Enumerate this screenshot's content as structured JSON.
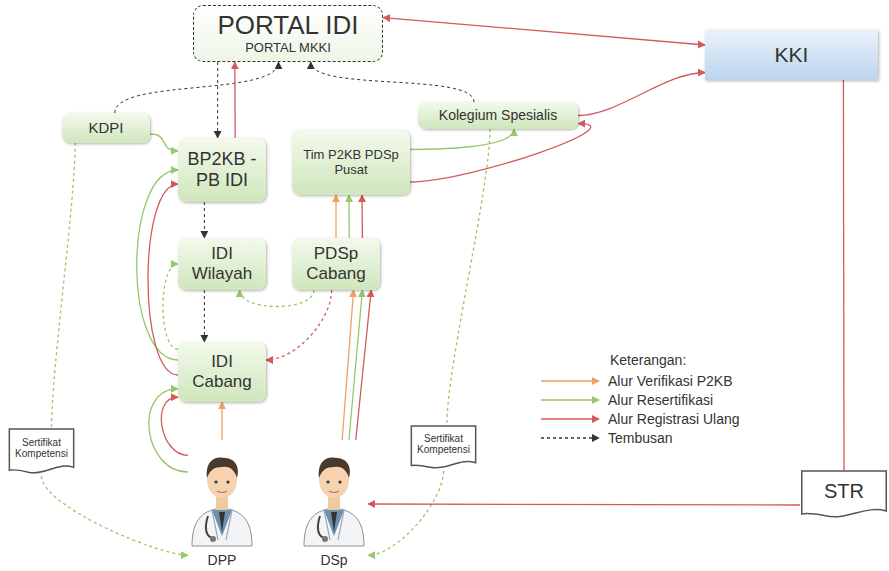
{
  "diagram": {
    "nodes": [
      {
        "text": [
          "PORTAL IDI",
          "PORTAL MKKI"
        ]
      },
      {
        "text": [
          "KKI"
        ]
      },
      {
        "text": [
          "KDPI"
        ]
      },
      {
        "text": [
          "Kolegium Spesialis"
        ]
      },
      {
        "text": [
          "BP2KB - PB IDI"
        ]
      },
      {
        "text": [
          "Tim P2KB PDSp Pusat"
        ]
      },
      {
        "text": [
          "IDI Wilayah"
        ]
      },
      {
        "text": [
          "PDSp Cabang"
        ]
      },
      {
        "text": [
          "IDI Cabang"
        ]
      },
      {
        "text": [
          "DPP"
        ]
      },
      {
        "text": [
          "DSp"
        ]
      },
      {
        "text": [
          "Sertifikat Kompetensi"
        ]
      },
      {
        "text": [
          "Sertifikat Kompetensi"
        ]
      },
      {
        "text": [
          "STR"
        ]
      }
    ],
    "edges": [
      {
        "from": 0,
        "to": 1,
        "arrow": "both"
      },
      {
        "from": 2,
        "to": 0,
        "arrow": "to"
      },
      {
        "from": 3,
        "to": 0,
        "arrow": "to"
      },
      {
        "from": 0,
        "to": 4,
        "arrow": "to"
      },
      {
        "from": 4,
        "to": 0,
        "arrow": "to"
      },
      {
        "from": 2,
        "to": 4,
        "arrow": "to"
      },
      {
        "from": 3,
        "to": 1,
        "arrow": "to"
      },
      {
        "from": 5,
        "to": 3,
        "arrow": "to"
      },
      {
        "from": 5,
        "to": 3,
        "arrow": "to"
      },
      {
        "from": 4,
        "to": 6,
        "arrow": "to"
      },
      {
        "from": 6,
        "to": 8,
        "arrow": "to"
      },
      {
        "from": 8,
        "to": 4,
        "arrow": "to"
      },
      {
        "from": 8,
        "to": 4,
        "arrow": "to"
      },
      {
        "from": 8,
        "to": 6,
        "arrow": "to"
      },
      {
        "from": 7,
        "to": 6,
        "arrow": "to"
      },
      {
        "from": 7,
        "to": 8,
        "arrow": "to"
      },
      {
        "from": 7,
        "to": 5,
        "arrow": "to"
      },
      {
        "from": 7,
        "to": 5,
        "arrow": "to"
      },
      {
        "from": 7,
        "to": 5,
        "arrow": "to"
      },
      {
        "from": 9,
        "to": 8,
        "arrow": "to"
      },
      {
        "from": 9,
        "to": 8,
        "arrow": "to"
      },
      {
        "from": 9,
        "to": 8,
        "arrow": "to"
      },
      {
        "from": 10,
        "to": 7,
        "arrow": "to"
      },
      {
        "from": 10,
        "to": 7,
        "arrow": "to"
      },
      {
        "from": 10,
        "to": 7,
        "arrow": "to"
      },
      {
        "from": 2,
        "to": 11,
        "arrow": "none"
      },
      {
        "from": 11,
        "to": 9,
        "arrow": "to"
      },
      {
        "from": 3,
        "to": 12,
        "arrow": "none"
      },
      {
        "from": 12,
        "to": 10,
        "arrow": "to"
      },
      {
        "from": 1,
        "to": 13,
        "arrow": "none"
      },
      {
        "from": 13,
        "to": 10,
        "arrow": "to"
      }
    ],
    "labels": [
      "Keterangan:"
    ],
    "legend": [
      {
        "text": "Alur Verifikasi P2KB"
      },
      {
        "text": "Alur Resertifikasi"
      },
      {
        "text": "Alur Registrasi Ulang"
      },
      {
        "text": "Tembusan"
      }
    ]
  }
}
